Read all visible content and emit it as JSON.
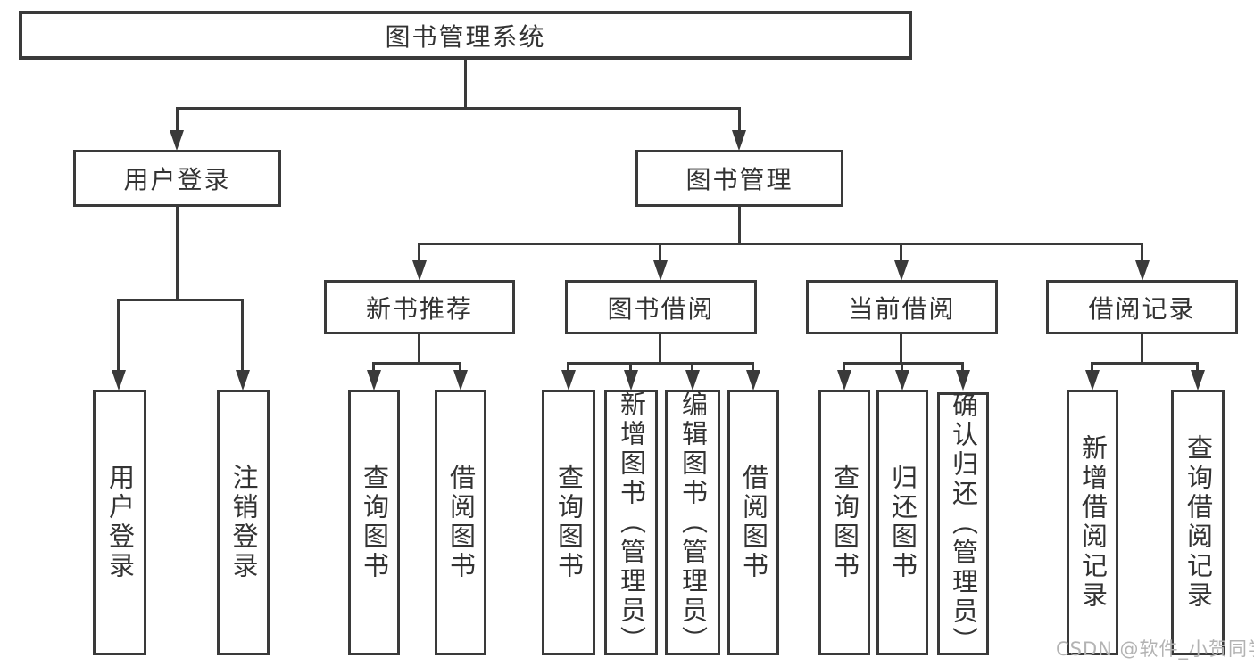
{
  "nodes": {
    "root": {
      "label": "图书管理系统"
    },
    "user_login": {
      "label": "用户登录"
    },
    "book_mgmt": {
      "label": "图书管理"
    },
    "new_book_rec": {
      "label": "新书推荐"
    },
    "book_borrow": {
      "label": "图书借阅"
    },
    "current_borrow": {
      "label": "当前借阅"
    },
    "borrow_records": {
      "label": "借阅记录"
    },
    "leaf_user_login": {
      "label": "用户登录"
    },
    "leaf_logout": {
      "label": "注销登录"
    },
    "leaf_rec_query": {
      "label": "查询图书"
    },
    "leaf_rec_borrow": {
      "label": "借阅图书"
    },
    "leaf_bb_query": {
      "label": "查询图书"
    },
    "leaf_bb_add": {
      "label": "新增图书（管理员）"
    },
    "leaf_bb_edit": {
      "label": "编辑图书（管理员）"
    },
    "leaf_bb_borrow": {
      "label": "借阅图书"
    },
    "leaf_cb_query": {
      "label": "查询图书"
    },
    "leaf_cb_return": {
      "label": "归还图书"
    },
    "leaf_cb_confirm": {
      "label": "确认归还（管理员）"
    },
    "leaf_br_add": {
      "label": "新增借阅记录"
    },
    "leaf_br_query": {
      "label": "查询借阅记录"
    }
  },
  "hierarchy": {
    "图书管理系统": {
      "用户登录": [
        "用户登录",
        "注销登录"
      ],
      "图书管理": {
        "新书推荐": [
          "查询图书",
          "借阅图书"
        ],
        "图书借阅": [
          "查询图书",
          "新增图书（管理员）",
          "编辑图书（管理员）",
          "借阅图书"
        ],
        "当前借阅": [
          "查询图书",
          "归还图书",
          "确认归还（管理员）"
        ],
        "借阅记录": [
          "新增借阅记录",
          "查询借阅记录"
        ]
      }
    }
  },
  "watermark": "CSDN @软件_小贺同学",
  "colors": {
    "line": "#3a3a3a",
    "text": "#333333",
    "background": "#ffffff",
    "watermark": "#b3b3b3"
  }
}
